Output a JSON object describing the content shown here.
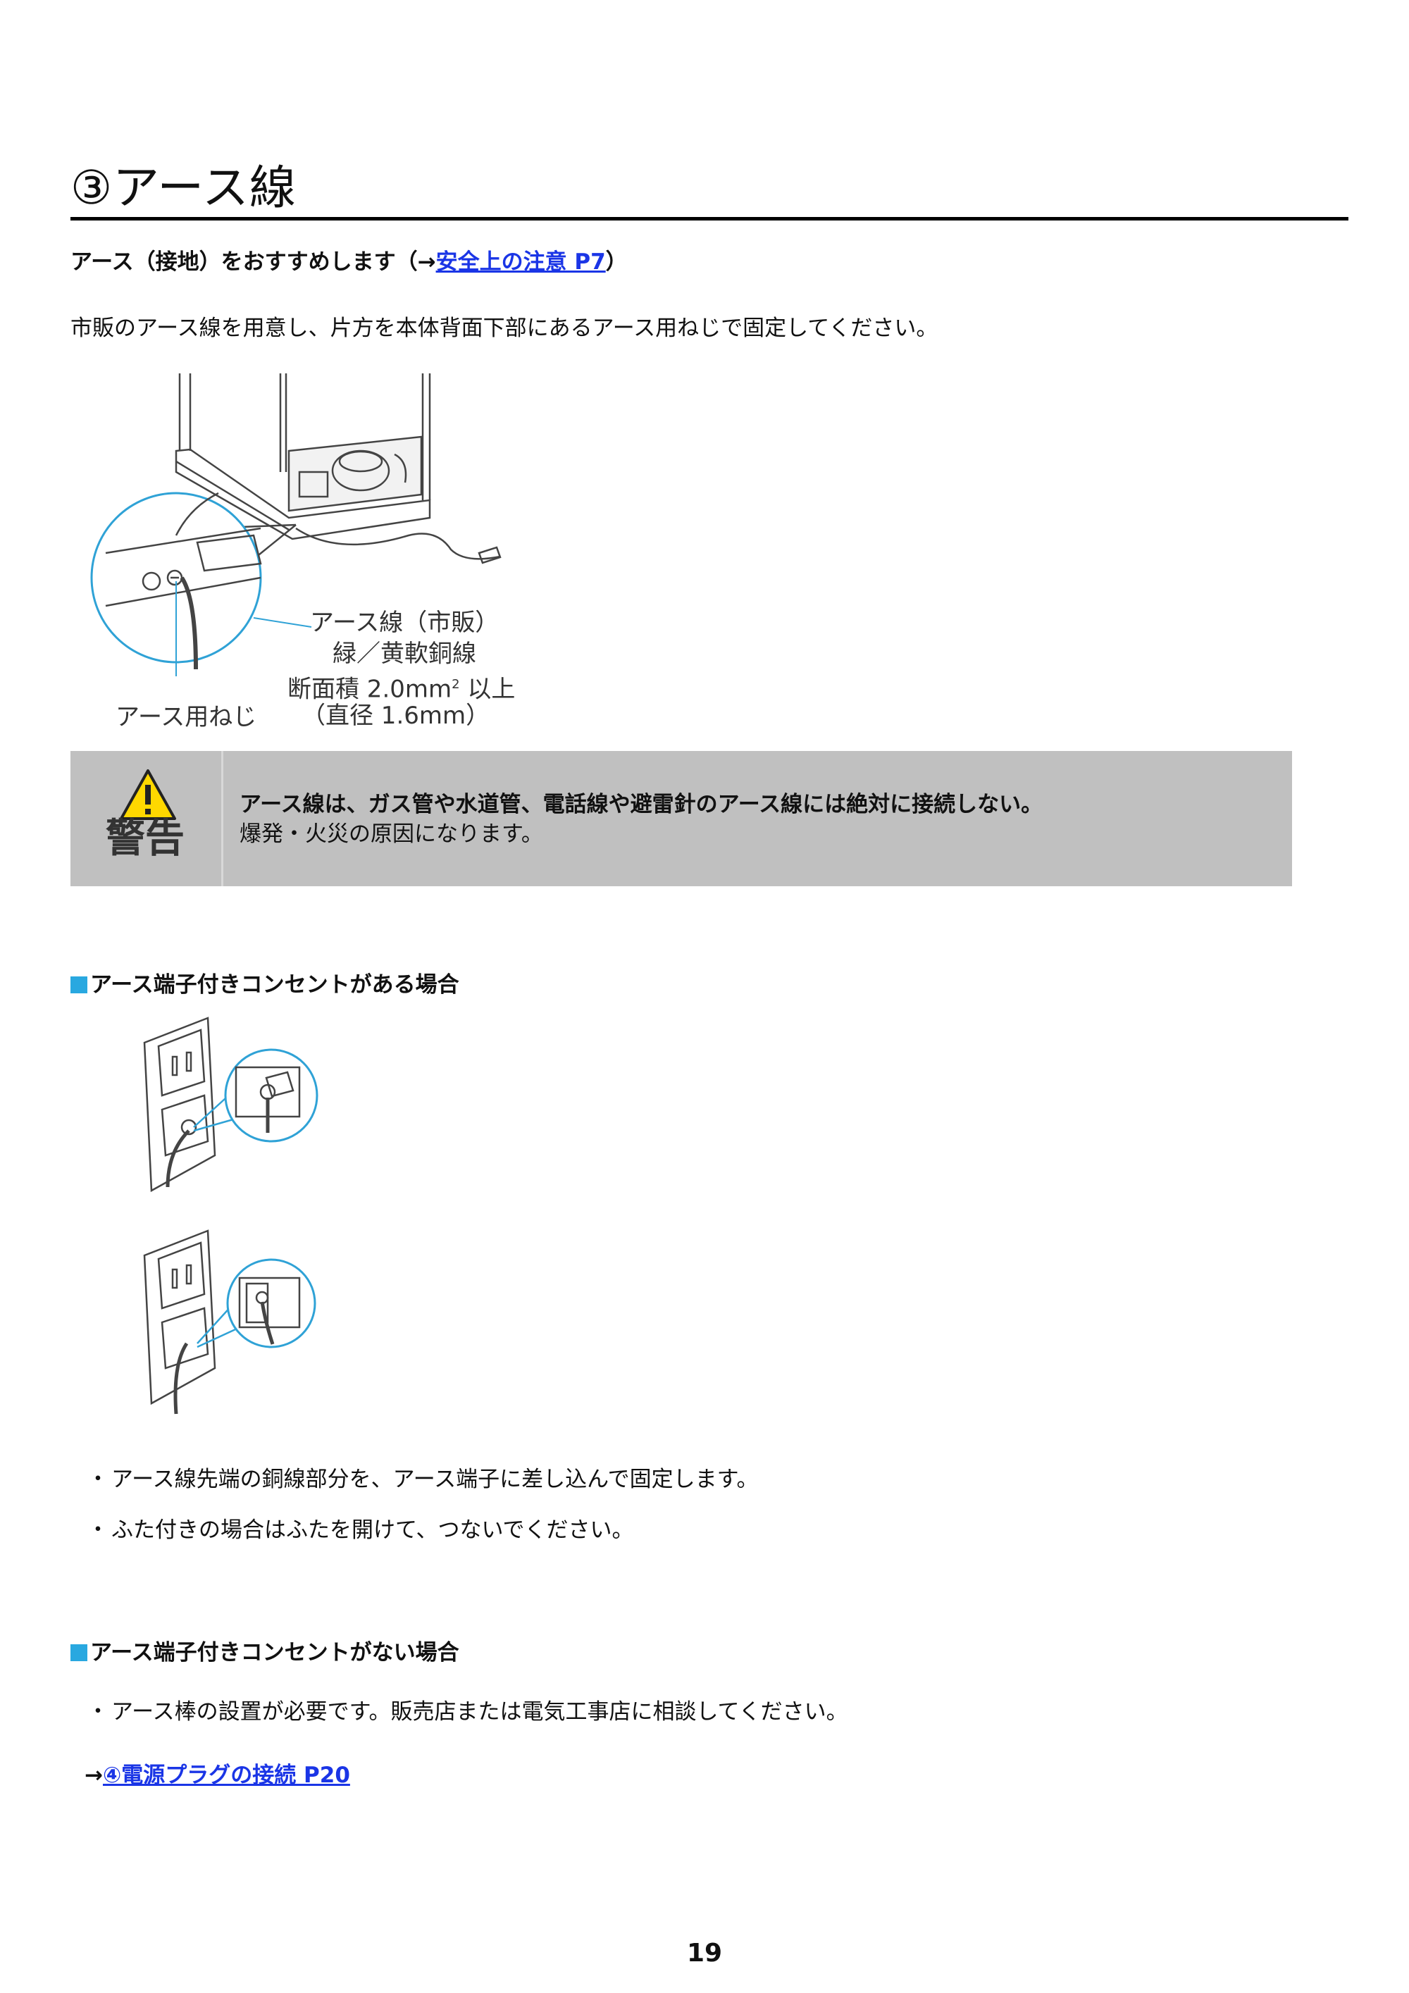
{
  "title": "③アース線",
  "lead": {
    "text": "アース（接地）をおすすめします（→",
    "link": "安全上の注意 P7",
    "close": "）"
  },
  "intro": "市販のアース線を用意し、片方を本体背面下部にあるアース用ねじで固定してください。",
  "figure1": {
    "cable_label_1": "アース線（市販）",
    "cable_label_2": "緑／黄軟銅線",
    "cable_label_3a": "断面積 2.0mm",
    "cable_label_3sup": "2",
    "cable_label_3b": " 以上",
    "cable_label_4": "（直径 1.6mm）",
    "screw_label": "アース用ねじ"
  },
  "warning": {
    "word": "警告",
    "line1": "アース線は、ガス管や水道管、電話線や避雷針のアース線には絶対に接続しない。",
    "line2": "爆発・火災の原因になります。"
  },
  "section_with": {
    "heading": "アース端子付きコンセントがある場合",
    "bullets": [
      "アース線先端の銅線部分を、アース端子に差し込んで固定します。",
      "ふた付きの場合はふたを開けて、つないでください。"
    ]
  },
  "section_without": {
    "heading": "アース端子付きコンセントがない場合",
    "bullets": [
      "アース棒の設置が必要です。販売店または電気工事店に相談してください。"
    ],
    "link_arrow": "→",
    "link": "④電源プラグの接続 P20"
  },
  "page_number": "19",
  "colors": {
    "accent": "#29a8e0",
    "link": "#1a35e6",
    "warning_bg": "#c0c0c0"
  },
  "bullet_symbol": "・"
}
